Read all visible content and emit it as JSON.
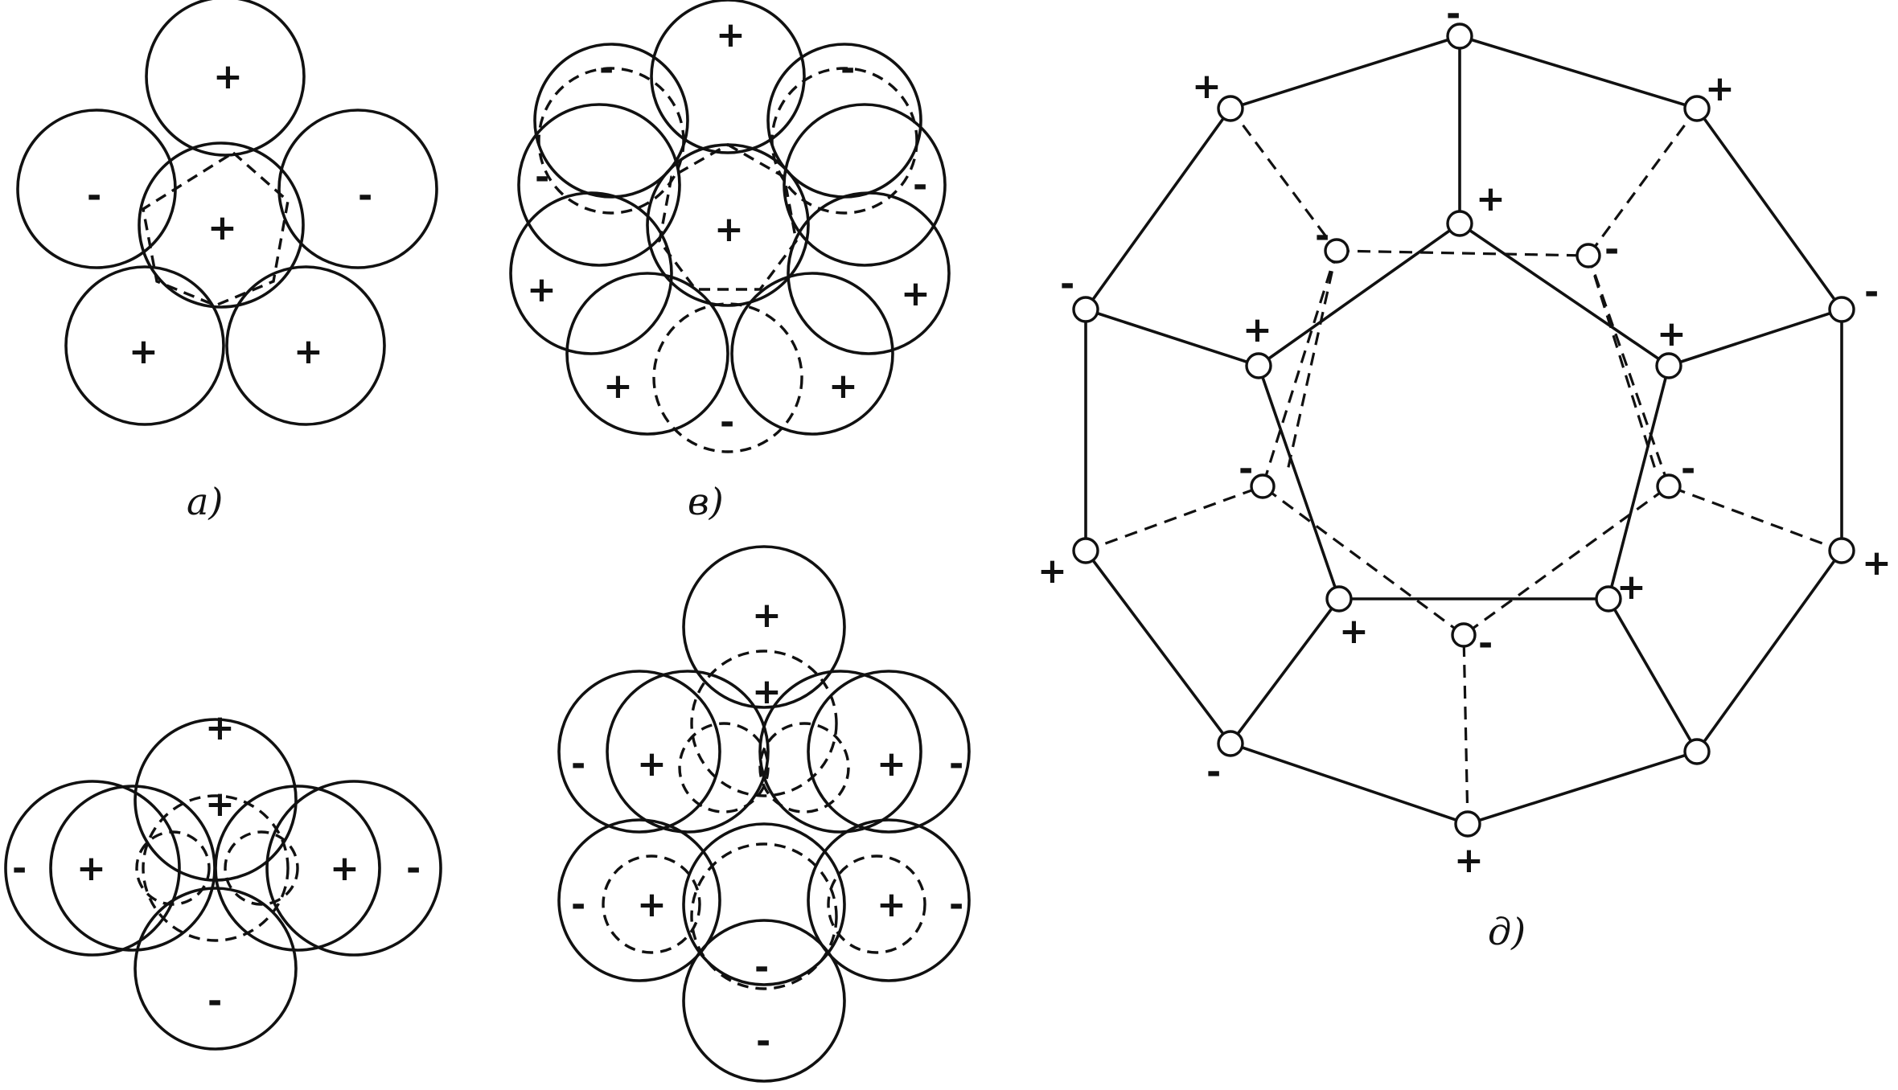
{
  "figure": {
    "labels": {
      "a": "а)",
      "v": "в)",
      "d": "д)"
    },
    "signs": {
      "plus": "+",
      "minus": "-"
    }
  }
}
